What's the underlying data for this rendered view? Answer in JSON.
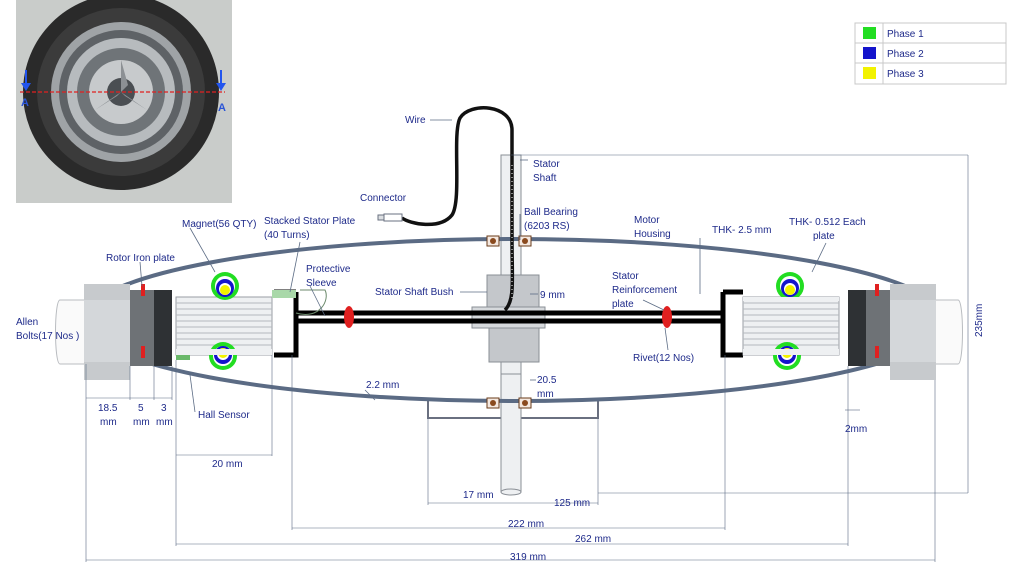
{
  "photo": {
    "section_left": "A",
    "section_right": "A"
  },
  "legend": [
    {
      "label": "Phase 1",
      "color": "#22dd22"
    },
    {
      "label": "Phase 2",
      "color": "#1414cc"
    },
    {
      "label": "Phase 3",
      "color": "#f2f200"
    }
  ],
  "labels": {
    "wire": "Wire",
    "stator_shaft_1": "Stator",
    "stator_shaft_2": "Shaft",
    "connector": "Connector",
    "ball_bearing_1": "Ball Bearing",
    "ball_bearing_2": "(6203 RS)",
    "magnet": "Magnet(56 QTY)",
    "stacked_1": "Stacked Stator Plate",
    "stacked_2": "(40 Turns)",
    "motor_housing_1": "Motor",
    "motor_housing_2": "Housing",
    "thk_25": "THK- 2.5 mm",
    "thk_0512_1": "THK- 0.512 Each",
    "thk_0512_2": "plate",
    "rotor_iron": "Rotor Iron plate",
    "protective_1": "Protective",
    "protective_2": "Sleeve",
    "stator_shaft_bush": "Stator Shaft Bush",
    "stator_reinf_1": "Stator",
    "stator_reinf_2": "Reinforcement",
    "stator_reinf_3": "plate",
    "allen_1": "Allen",
    "allen_2": "Bolts(17 Nos )",
    "rivet": "Rivet(12 Nos)",
    "hall_sensor": "Hall Sensor"
  },
  "dims": {
    "d_9": "9 mm",
    "d_22": "2.2 mm",
    "d_205_1": "20.5",
    "d_205_2": "mm",
    "d_185_1": "18.5",
    "d_185_2": "mm",
    "d_5_1": "5",
    "d_5_2": "mm",
    "d_3_1": "3",
    "d_3_2": "mm",
    "d_2": "2mm",
    "d_20": "20 mm",
    "d_17": "17 mm",
    "d_125": "125 mm",
    "d_222": "222 mm",
    "d_262": "262 mm",
    "d_319": "319 mm",
    "d_235": "235mm"
  }
}
